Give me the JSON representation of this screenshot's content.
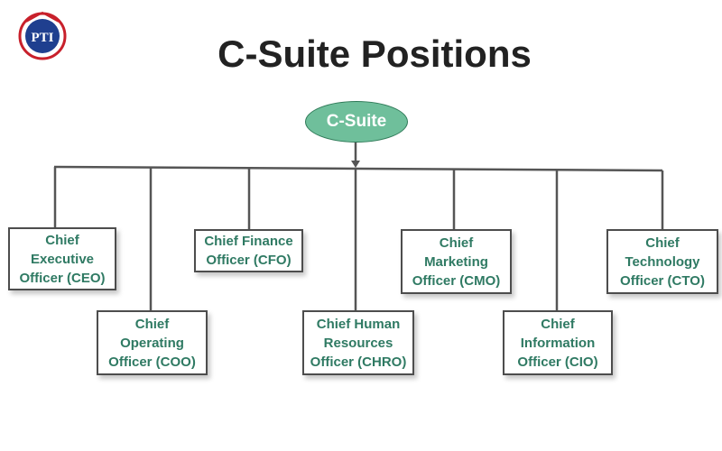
{
  "logo": {
    "text": "PTI",
    "icon": "pti-emblem-icon"
  },
  "title": "C-Suite Positions",
  "root": {
    "label": "C-Suite"
  },
  "positions": [
    {
      "id": "ceo",
      "lines": [
        "Chief",
        "Executive",
        "Officer (CEO)"
      ]
    },
    {
      "id": "coo",
      "lines": [
        "Chief",
        "Operating",
        "Officer (COO)"
      ]
    },
    {
      "id": "cfo",
      "lines": [
        "Chief Finance",
        "Officer (CFO)"
      ]
    },
    {
      "id": "chro",
      "lines": [
        "Chief Human",
        "Resources",
        "Officer (CHRO)"
      ]
    },
    {
      "id": "cmo",
      "lines": [
        "Chief",
        "Marketing",
        "Officer (CMO)"
      ]
    },
    {
      "id": "cio",
      "lines": [
        "Chief",
        "Information",
        "Officer (CIO)"
      ]
    },
    {
      "id": "cto",
      "lines": [
        "Chief",
        "Technology",
        "Officer (CTO)"
      ]
    }
  ],
  "colors": {
    "root_fill": "#6fbf9b",
    "box_text": "#2f7a63",
    "line": "#555555"
  }
}
